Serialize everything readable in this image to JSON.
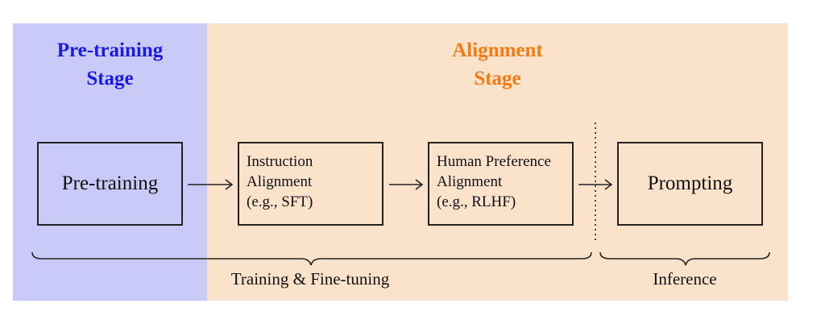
{
  "stages": {
    "pretraining": {
      "title_line1": "Pre-training",
      "title_line2": "Stage",
      "color": "#1a1ae6",
      "background": "#cacaf8"
    },
    "alignment": {
      "title_line1": "Alignment",
      "title_line2": "Stage",
      "color": "#f47a13",
      "background": "#fbe3cb"
    }
  },
  "boxes": {
    "pretraining": {
      "label": "Pre-training"
    },
    "instruction": {
      "line1": "Instruction",
      "line2": "Alignment",
      "line3": "(e.g., SFT)"
    },
    "preference": {
      "line1": "Human Preference",
      "line2": "Alignment",
      "line3": "(e.g., RLHF)"
    },
    "prompting": {
      "label": "Prompting"
    }
  },
  "phases": {
    "training": "Training & Fine-tuning",
    "inference": "Inference"
  }
}
